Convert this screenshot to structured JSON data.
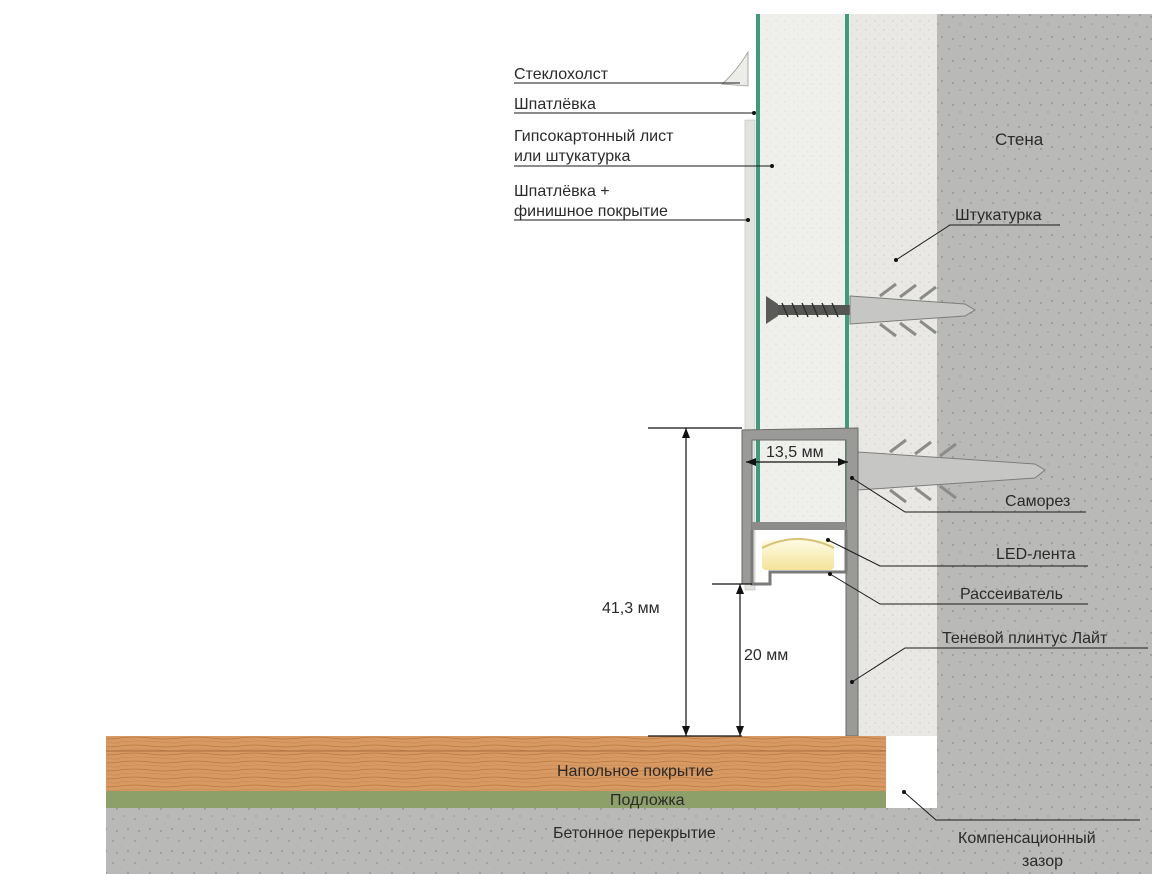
{
  "labels": {
    "steklokholst": "Стеклохолст",
    "shpatlevka_1": "Шпатлёвка",
    "gkl_line1": "Гипсокартонный лист",
    "gkl_line2": "или штукатурка",
    "shpatlevka_fin_line1": "Шпатлёвка +",
    "shpatlevka_fin_line2": "финишное покрытие",
    "wall": "Стена",
    "plaster": "Штукатурка",
    "screw": "Саморез",
    "led": "LED-лента",
    "diffuser": "Рассеиватель",
    "plinth": "Теневой плинтус Лайт",
    "floor_cover": "Напольное покрытие",
    "underlay": "Подложка",
    "concrete": "Бетонное перекрытие",
    "gap_line1": "Компенсационный",
    "gap_line2": "зазор"
  },
  "dimensions": {
    "width": "13,5 мм",
    "total_height": "41,3 мм",
    "gap_height": "20 мм"
  },
  "colors": {
    "concrete": "#b9b9b7",
    "plaster": "#e9e8e4",
    "drywall": "#efefec",
    "drywall_edge": "#3f9a7e",
    "wood": "#d89a63",
    "underlay": "#8ea06a",
    "profile": "#9a9a98",
    "led_glow": "#f7efc0"
  }
}
